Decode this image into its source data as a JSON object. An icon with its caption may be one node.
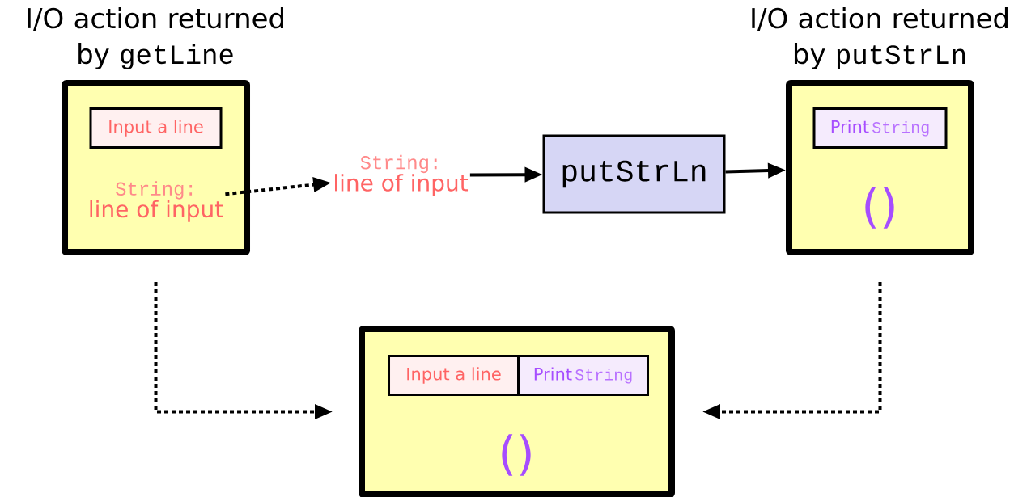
{
  "diagram": {
    "nodes": [
      {
        "text": [
          "I/O action returned by",
          "getLine"
        ]
      },
      {
        "text": [
          "Input a line"
        ],
        "in": 0
      },
      {
        "text": [
          "String:",
          "line of input"
        ],
        "in": 0
      },
      {
        "text": [
          "String:",
          "line of input"
        ]
      },
      {
        "text": [
          "putStrLn"
        ]
      },
      {
        "text": [
          "I/O action returned by",
          "putStrLn",
          "()"
        ]
      },
      {
        "text": [
          "Print",
          "String"
        ],
        "in": 5
      },
      {
        "text": [
          "()"
        ]
      },
      {
        "text": [
          "Input a line"
        ],
        "in": 7
      },
      {
        "text": [
          "Print",
          "String"
        ],
        "in": 7
      }
    ],
    "edges": [
      {
        "from": 2,
        "to": 3,
        "arrow": "to",
        "style": "dashed"
      },
      {
        "from": 3,
        "to": 4,
        "arrow": "to"
      },
      {
        "from": 4,
        "to": 5,
        "arrow": "to"
      },
      {
        "from": 0,
        "to": 7,
        "arrow": "to",
        "style": "dashed"
      },
      {
        "from": 5,
        "to": 7,
        "arrow": "to",
        "style": "dashed"
      }
    ]
  }
}
